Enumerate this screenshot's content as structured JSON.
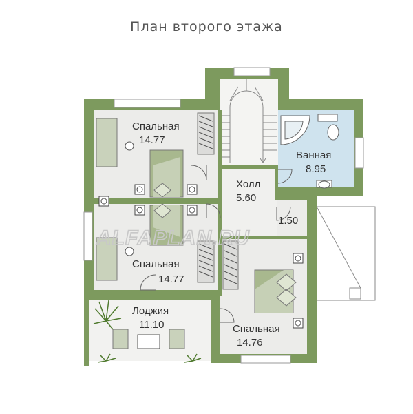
{
  "title": "План второго этажа",
  "watermark": "ALFAPLAN.RU",
  "rooms": [
    {
      "name": "Спальная",
      "area": "14.77"
    },
    {
      "name": "Ванная",
      "area": "8.95"
    },
    {
      "name": "Холл",
      "area": "5.60"
    },
    {
      "name": "",
      "area": "1.50"
    },
    {
      "name": "Спальная",
      "area": "14.77"
    },
    {
      "name": "Лоджия",
      "area": "11.10"
    },
    {
      "name": "Спальная",
      "area": "14.76"
    }
  ],
  "colors": {
    "wall": "#7d9a5e",
    "floor": "#ececea",
    "bathroom": "#cfe3ee",
    "accent": "#9aa985"
  }
}
